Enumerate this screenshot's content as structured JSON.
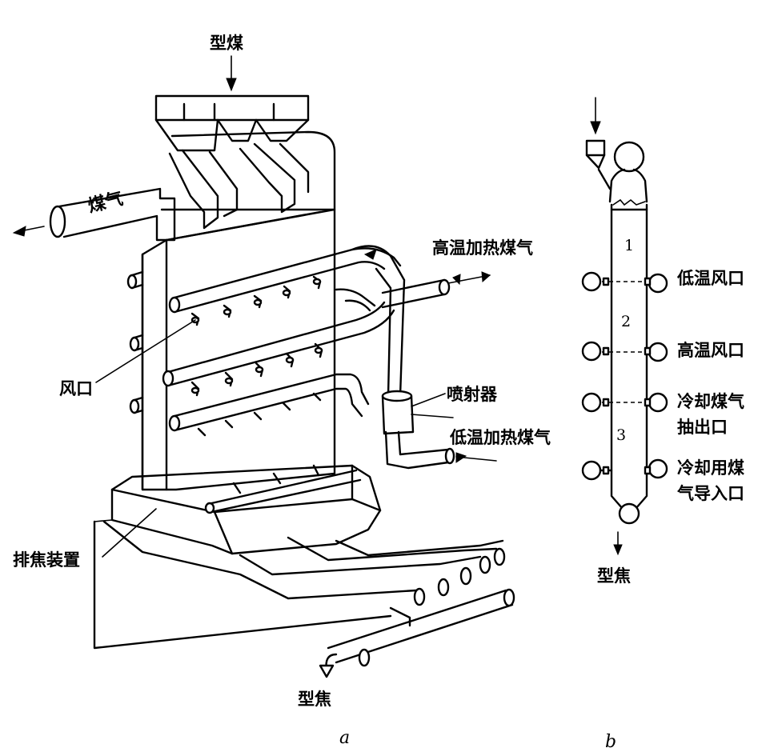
{
  "diagram_a": {
    "caption": "a",
    "labels": {
      "feed_top": "型煤",
      "gas_out": "煤气",
      "high_temp_gas": "高温加热煤气",
      "tuyere": "风口",
      "ejector": "喷射器",
      "low_temp_gas": "低温加热煤气",
      "discharge": "排焦装置",
      "coke_out": "型焦"
    }
  },
  "diagram_b": {
    "caption": "b",
    "zones": [
      "1",
      "2",
      "3"
    ],
    "labels": {
      "low_temp_tuyere": "低温风口",
      "high_temp_tuyere": "高温风口",
      "cooling_gas_outlet_1": "冷却煤气",
      "cooling_gas_outlet_2": "抽出口",
      "cooling_gas_inlet_1": "冷却用煤",
      "cooling_gas_inlet_2": "气导入口",
      "coke_out": "型焦"
    }
  }
}
